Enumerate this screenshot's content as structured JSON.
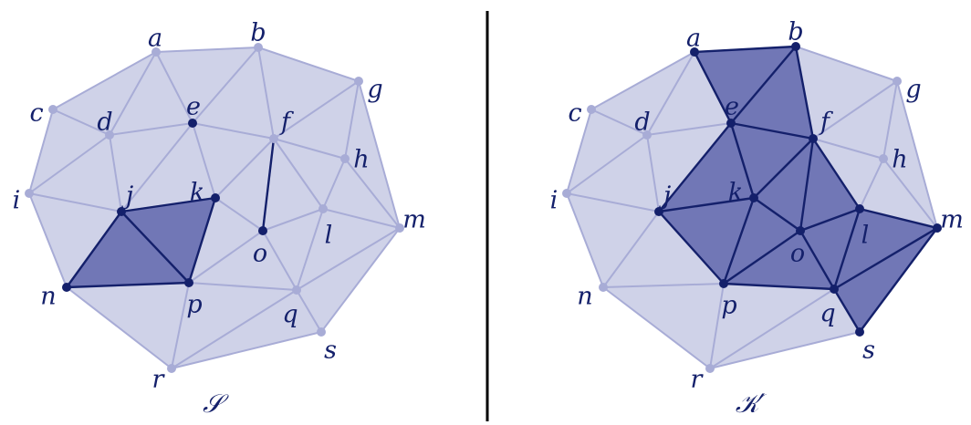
{
  "colors": {
    "light_fill": "#cfd2e8",
    "light_edge": "#a8acd6",
    "light_vertex": "#a8acd6",
    "dark_fill": "#7177b6",
    "dark_edge": "#14206b",
    "dark_vertex": "#14206b",
    "divider": "#000000",
    "label": "#14206b"
  },
  "panels": [
    {
      "caption": "𝒮",
      "vertices": [
        {
          "id": "a",
          "label": "a"
        },
        {
          "id": "b",
          "label": "b"
        },
        {
          "id": "c",
          "label": "c"
        },
        {
          "id": "d",
          "label": "d"
        },
        {
          "id": "e",
          "label": "e"
        },
        {
          "id": "f",
          "label": "f"
        },
        {
          "id": "g",
          "label": "g"
        },
        {
          "id": "h",
          "label": "h"
        },
        {
          "id": "i",
          "label": "i"
        },
        {
          "id": "j",
          "label": "j"
        },
        {
          "id": "k",
          "label": "k"
        },
        {
          "id": "l",
          "label": "l"
        },
        {
          "id": "m",
          "label": "m"
        },
        {
          "id": "n",
          "label": "n"
        },
        {
          "id": "o",
          "label": "o"
        },
        {
          "id": "p",
          "label": "p"
        },
        {
          "id": "q",
          "label": "q"
        },
        {
          "id": "r",
          "label": "r"
        },
        {
          "id": "s",
          "label": "s"
        }
      ],
      "highlighted_vertices": [
        "e",
        "j",
        "k",
        "n",
        "o",
        "p"
      ],
      "highlighted_edges": [
        [
          "f",
          "o"
        ],
        [
          "j",
          "k"
        ],
        [
          "k",
          "p"
        ],
        [
          "j",
          "n"
        ],
        [
          "n",
          "p"
        ],
        [
          "j",
          "p"
        ]
      ],
      "highlighted_faces": [
        [
          "j",
          "k",
          "p"
        ],
        [
          "j",
          "n",
          "p"
        ]
      ]
    },
    {
      "caption": "𝒦′",
      "vertices": [
        {
          "id": "a",
          "label": "a"
        },
        {
          "id": "b",
          "label": "b"
        },
        {
          "id": "c",
          "label": "c"
        },
        {
          "id": "d",
          "label": "d"
        },
        {
          "id": "e",
          "label": "e"
        },
        {
          "id": "f",
          "label": "f"
        },
        {
          "id": "g",
          "label": "g"
        },
        {
          "id": "h",
          "label": "h"
        },
        {
          "id": "i",
          "label": "i"
        },
        {
          "id": "j",
          "label": "j"
        },
        {
          "id": "k",
          "label": "k"
        },
        {
          "id": "l",
          "label": "l"
        },
        {
          "id": "m",
          "label": "m"
        },
        {
          "id": "n",
          "label": "n"
        },
        {
          "id": "o",
          "label": "o"
        },
        {
          "id": "p",
          "label": "p"
        },
        {
          "id": "q",
          "label": "q"
        },
        {
          "id": "r",
          "label": "r"
        },
        {
          "id": "s",
          "label": "s"
        }
      ],
      "highlighted_vertices": [
        "a",
        "b",
        "e",
        "f",
        "j",
        "k",
        "l",
        "m",
        "o",
        "p",
        "q",
        "s"
      ],
      "highlighted_edges": [
        [
          "a",
          "b"
        ],
        [
          "a",
          "e"
        ],
        [
          "b",
          "e"
        ],
        [
          "b",
          "f"
        ],
        [
          "e",
          "f"
        ],
        [
          "e",
          "j"
        ],
        [
          "e",
          "k"
        ],
        [
          "f",
          "k"
        ],
        [
          "f",
          "o"
        ],
        [
          "f",
          "l"
        ],
        [
          "j",
          "k"
        ],
        [
          "j",
          "p"
        ],
        [
          "k",
          "p"
        ],
        [
          "k",
          "o"
        ],
        [
          "o",
          "p"
        ],
        [
          "o",
          "l"
        ],
        [
          "o",
          "q"
        ],
        [
          "p",
          "q"
        ],
        [
          "l",
          "q"
        ],
        [
          "l",
          "m"
        ],
        [
          "m",
          "q"
        ],
        [
          "q",
          "s"
        ],
        [
          "m",
          "s"
        ]
      ],
      "highlighted_faces": [
        [
          "a",
          "b",
          "e"
        ],
        [
          "b",
          "e",
          "f"
        ],
        [
          "e",
          "f",
          "k"
        ],
        [
          "e",
          "j",
          "k"
        ],
        [
          "j",
          "k",
          "p"
        ],
        [
          "k",
          "o",
          "p"
        ],
        [
          "f",
          "k",
          "o"
        ],
        [
          "f",
          "o",
          "l"
        ],
        [
          "o",
          "p",
          "q"
        ],
        [
          "o",
          "l",
          "q"
        ],
        [
          "l",
          "m",
          "q"
        ],
        [
          "m",
          "q",
          "s"
        ]
      ]
    }
  ]
}
